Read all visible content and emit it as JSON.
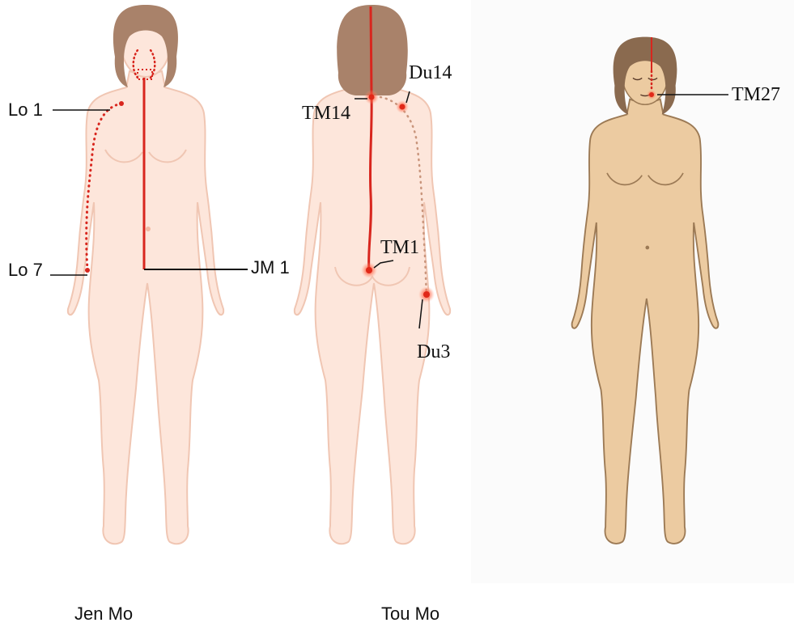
{
  "captions": {
    "left": "Jen Mo",
    "middle": "Tou Mo"
  },
  "labels": {
    "lo1": "Lo 1",
    "lo7": "Lo 7",
    "jm1": "JM 1",
    "du14": "Du14",
    "tm14": "TM14",
    "tm1": "TM1",
    "du3": "Du3",
    "tm27": "TM27"
  },
  "colors": {
    "meridian": "#d8261e",
    "skin_light": "#fde6db",
    "skin_outline": "#f0c6b3",
    "skin_tan": "#eccba1",
    "tan_outline": "#9c7a55",
    "hair": "#a9826a",
    "leader": "#111111"
  }
}
